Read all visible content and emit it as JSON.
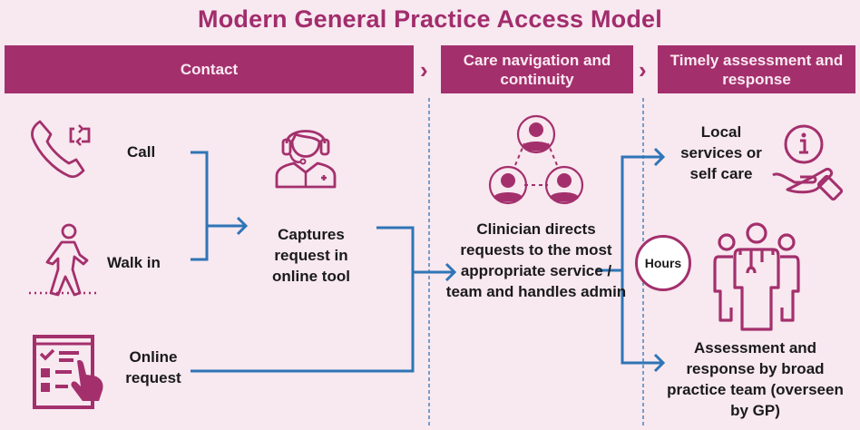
{
  "title": "Modern General Practice Access Model",
  "colors": {
    "brand": "#a3306c",
    "background": "#f8e8f0",
    "connector": "#2e75b6",
    "text": "#1a1a1a"
  },
  "headers": [
    {
      "label": "Contact"
    },
    {
      "label": "Care navigation and continuity"
    },
    {
      "label": "Timely assessment and response"
    }
  ],
  "chevrons": [
    "›",
    "›"
  ],
  "contact": {
    "call": "Call",
    "walk_in": "Walk in",
    "online_request": "Online request"
  },
  "capture": "Captures request in online tool",
  "navigation": "Clinician directs requests to the most appropriate service / team and handles admin",
  "hours_label": "Hours",
  "outcomes": {
    "local": "Local services or self care",
    "assessment": "Assessment and response by broad practice team (overseen by GP)"
  },
  "icons": {
    "call": "phone-icon",
    "walk_in": "walking-person-icon",
    "online_request": "online-form-icon",
    "capture": "call-centre-agent-icon",
    "navigation": "team-network-icon",
    "local": "info-hand-icon",
    "assessment": "clinical-team-icon"
  }
}
